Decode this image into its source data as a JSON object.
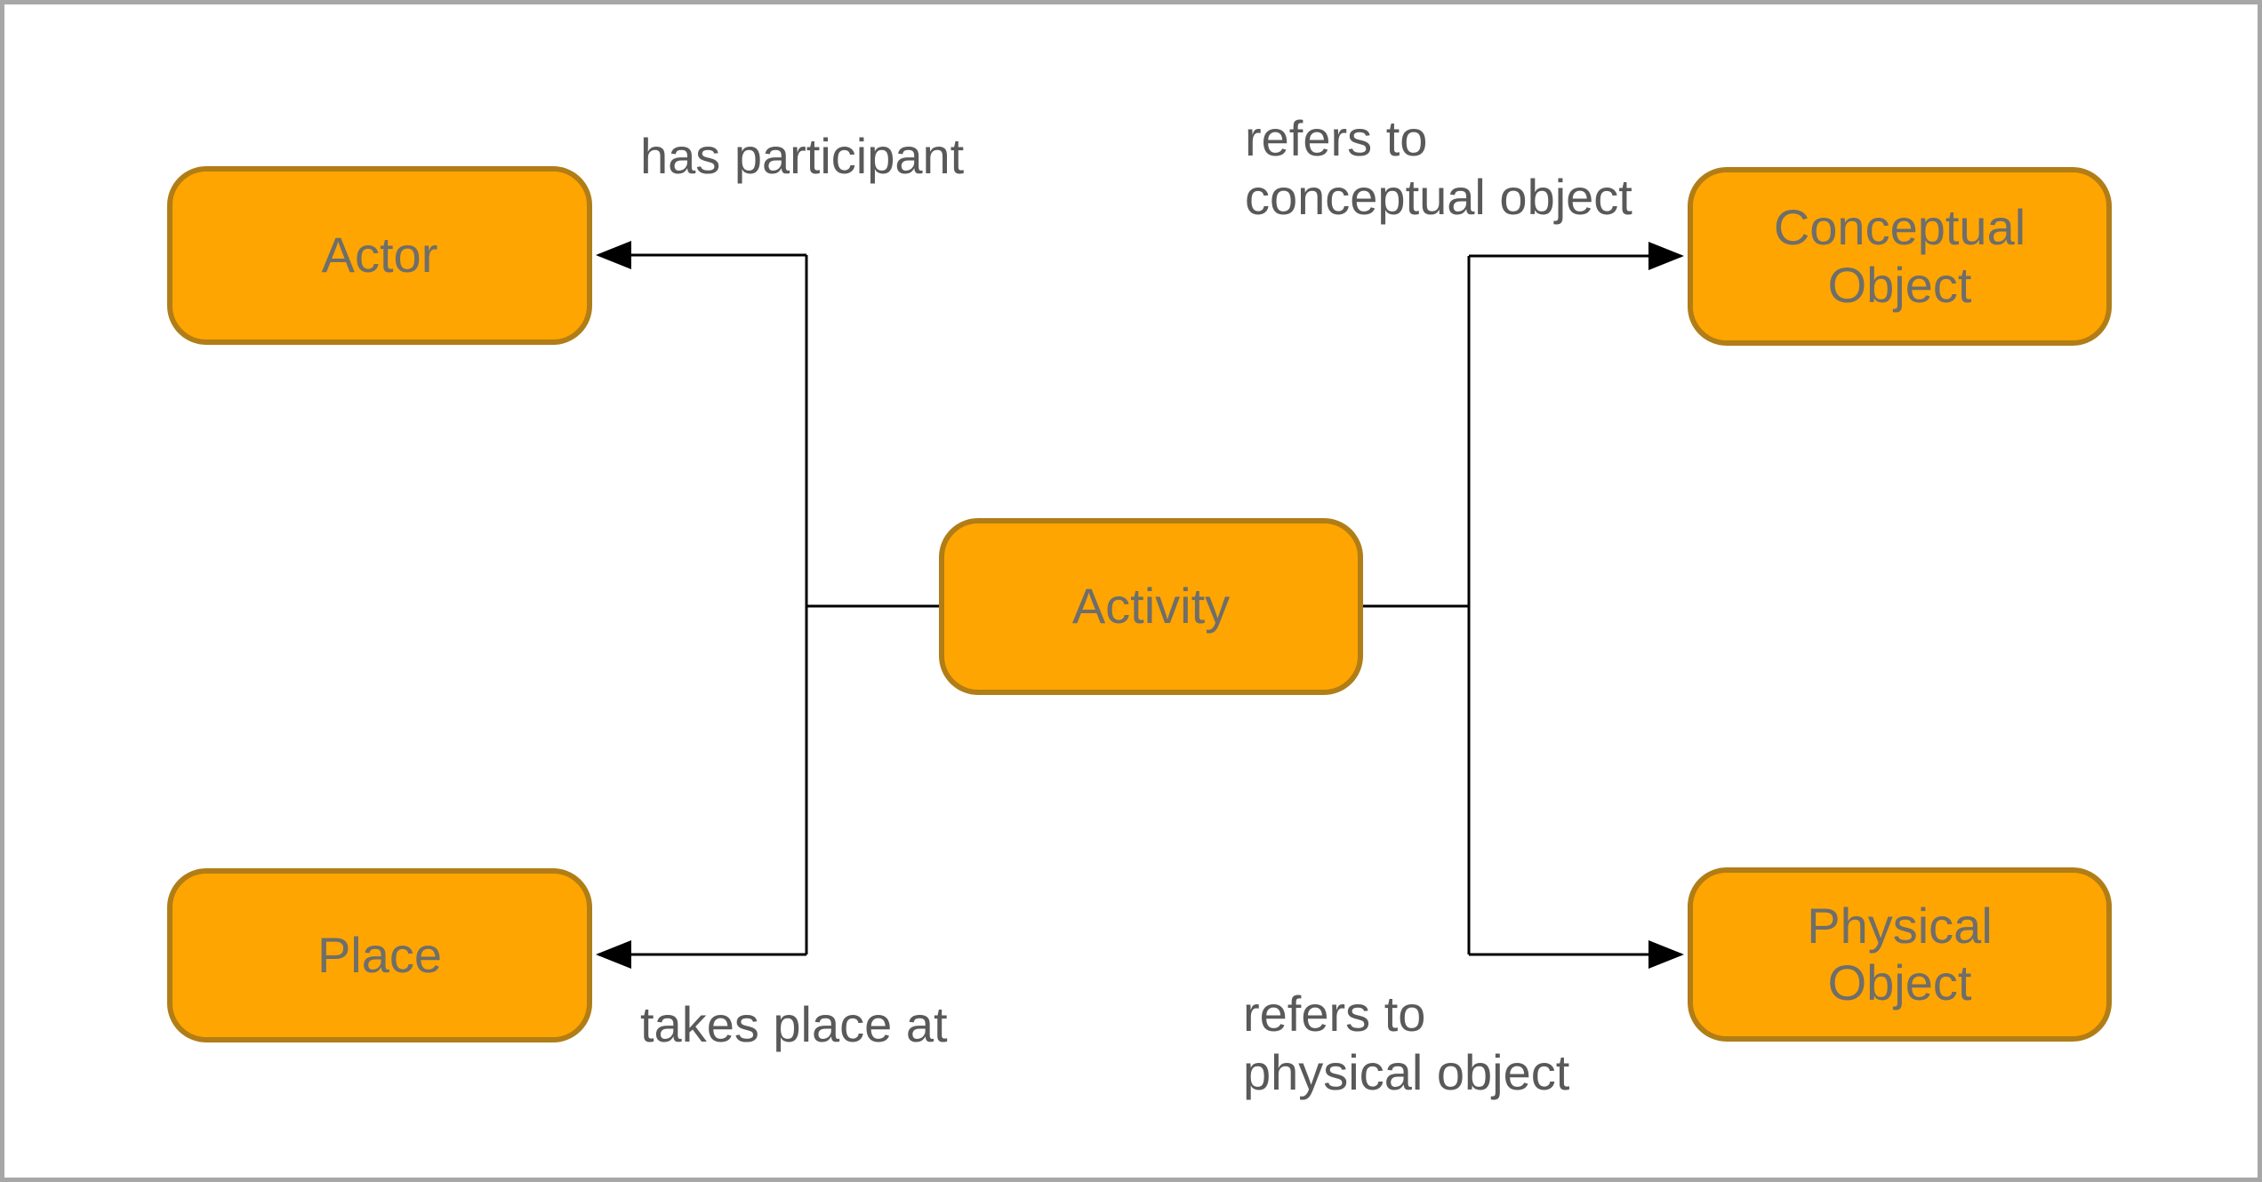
{
  "diagram": {
    "nodes": [
      {
        "id": "actor",
        "label": "Actor"
      },
      {
        "id": "place",
        "label": "Place"
      },
      {
        "id": "activity",
        "label": "Activity"
      },
      {
        "id": "conceptual-object",
        "label": "Conceptual Object"
      },
      {
        "id": "physical-object",
        "label": "Physical Object"
      }
    ],
    "edges": [
      {
        "from": "activity",
        "to": "actor",
        "label": "has participant"
      },
      {
        "from": "activity",
        "to": "place",
        "label": "takes place at"
      },
      {
        "from": "activity",
        "to": "conceptual-object",
        "label": "refers to\nconceptual object"
      },
      {
        "from": "activity",
        "to": "physical-object",
        "label": "refers to\nphysical object"
      }
    ],
    "colors": {
      "node_fill": "#ffa502",
      "node_border": "#b17d16",
      "node_text": "#6e6e6a",
      "label_text": "#595959",
      "edge": "#000000",
      "canvas_border": "#a7a7a7",
      "background": "#ffffff"
    }
  }
}
